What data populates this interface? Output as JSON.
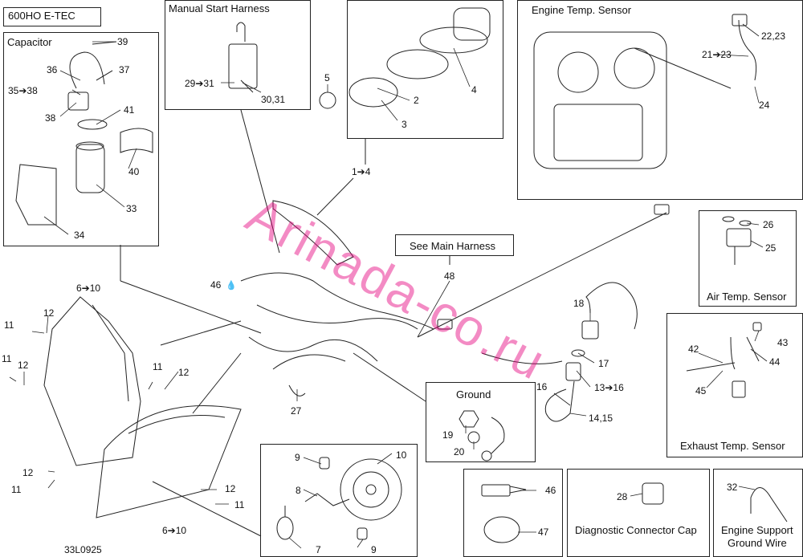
{
  "header": {
    "model": "600HO E-TEC",
    "code": "33L0925"
  },
  "boxes": {
    "manual_start": "Manual Start Harness",
    "capacitor": "Capacitor",
    "engine_temp": "Engine Temp. Sensor",
    "see_main": "See Main Harness",
    "air_temp": "Air Temp. Sensor",
    "exhaust_temp": "Exhaust Temp. Sensor",
    "ground": "Ground",
    "diag_cap": "Diagnostic Connector Cap",
    "engine_ground_line1": "Engine Support",
    "engine_ground_line2": "Ground Wire"
  },
  "callouts": {
    "c39": "39",
    "c36": "36",
    "c37": "37",
    "c35_38": "35➔38",
    "c41": "41",
    "c38": "38",
    "c40": "40",
    "c33": "33",
    "c34": "34",
    "c29_31": "29➔31",
    "c30_31": "30,31",
    "c5": "5",
    "c2": "2",
    "c3": "3",
    "c4": "4",
    "c1_4": "1➔4",
    "c22_23": "22,23",
    "c21_23": "21➔23",
    "c24": "24",
    "c26": "26",
    "c25": "25",
    "c6_10a": "6➔10",
    "c6_10b": "6➔10",
    "c11a": "11",
    "c11b": "11",
    "c11c": "11",
    "c11d": "11",
    "c11e": "11",
    "c12a": "12",
    "c12b": "12",
    "c12c": "12",
    "c12d": "12",
    "c12e": "12",
    "c46a": "46",
    "c48": "48",
    "c27": "27",
    "c18": "18",
    "c17": "17",
    "c13_16": "13➔16",
    "c16": "16",
    "c14_15": "14,15",
    "c42": "42",
    "c43": "43",
    "c44": "44",
    "c45": "45",
    "c19": "19",
    "c20": "20",
    "c9a": "9",
    "c9b": "9",
    "c10": "10",
    "c8": "8",
    "c7": "7",
    "c46b": "46",
    "c47": "47",
    "c28": "28",
    "c32": "32"
  },
  "watermark": "Arinada-co.ru"
}
